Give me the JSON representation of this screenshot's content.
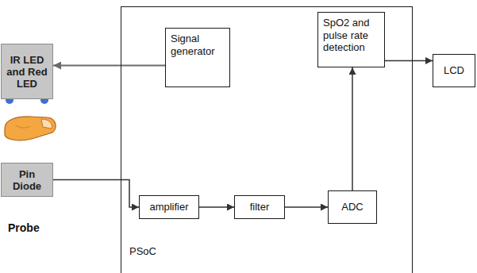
{
  "diagram": {
    "nodes": [
      {
        "text": [
          "IR LED and Red LED"
        ]
      },
      {
        "text": [
          "PSoC"
        ]
      },
      {
        "text": [
          "Signal generator"
        ],
        "in": 1
      },
      {
        "text": [
          "SpO2 and pulse rate detection"
        ],
        "in": 1
      },
      {
        "text": [
          "LCD"
        ]
      },
      {
        "text": [
          "Pin Diode"
        ]
      },
      {
        "text": [
          "amplifier"
        ],
        "in": 1
      },
      {
        "text": [
          "filter"
        ],
        "in": 1
      },
      {
        "text": [
          "ADC"
        ],
        "in": 1
      }
    ],
    "edges": [
      {
        "from": 2,
        "to": 0,
        "arrow": "to"
      },
      {
        "from": 5,
        "to": 6,
        "arrow": "to"
      },
      {
        "from": 6,
        "to": 7,
        "arrow": "to"
      },
      {
        "from": 7,
        "to": 8,
        "arrow": "to"
      },
      {
        "from": 8,
        "to": 3,
        "arrow": "to"
      },
      {
        "from": 3,
        "to": 4,
        "arrow": "to"
      }
    ],
    "labels": [
      "Probe"
    ]
  }
}
